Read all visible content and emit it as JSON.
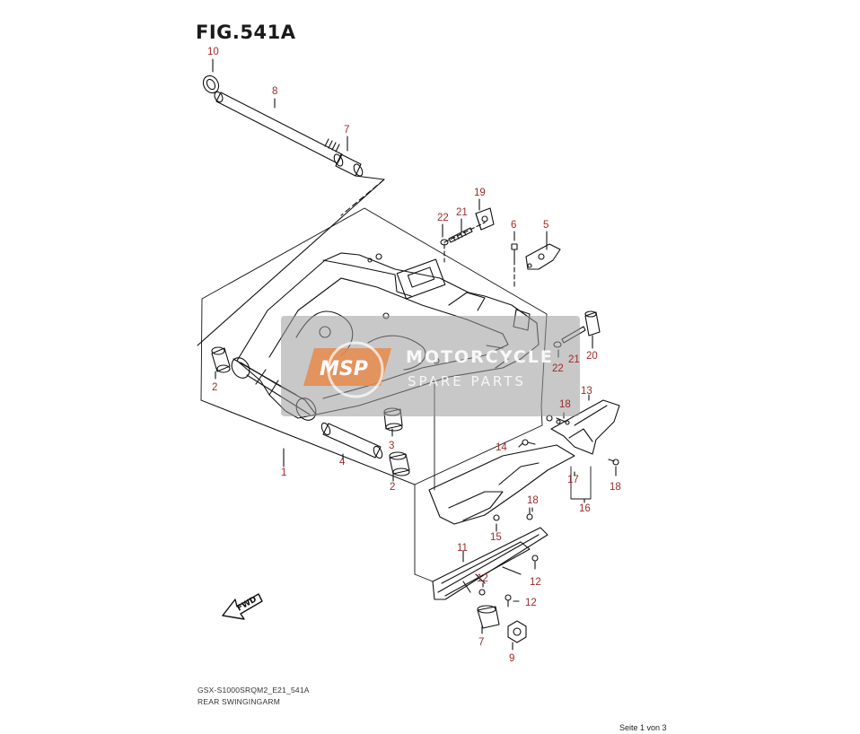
{
  "figure": {
    "title": "FIG.541A"
  },
  "footer": {
    "model_code": "GSX-S1000SRQM2_E21_541A",
    "part_name": "REAR SWINGINGARM",
    "page": "Seite 1 von 3"
  },
  "watermark": {
    "logo": "MSP",
    "line1": "MOTORCYCLE",
    "line2": "SPARE PARTS"
  },
  "direction_arrow": {
    "label": "FWD"
  },
  "callouts": [
    {
      "id": "c10",
      "number": "10"
    },
    {
      "id": "c8",
      "number": "8"
    },
    {
      "id": "c7a",
      "number": "7"
    },
    {
      "id": "c19",
      "number": "19"
    },
    {
      "id": "c22a",
      "number": "22"
    },
    {
      "id": "c21a",
      "number": "21"
    },
    {
      "id": "c6",
      "number": "6"
    },
    {
      "id": "c5",
      "number": "5"
    },
    {
      "id": "c2a",
      "number": "2"
    },
    {
      "id": "c20",
      "number": "20"
    },
    {
      "id": "c21b",
      "number": "21"
    },
    {
      "id": "c22b",
      "number": "22"
    },
    {
      "id": "c13",
      "number": "13"
    },
    {
      "id": "c18a",
      "number": "18"
    },
    {
      "id": "c14",
      "number": "14"
    },
    {
      "id": "c3",
      "number": "3"
    },
    {
      "id": "c1",
      "number": "1"
    },
    {
      "id": "c4",
      "number": "4"
    },
    {
      "id": "c2b",
      "number": "2"
    },
    {
      "id": "c17",
      "number": "17"
    },
    {
      "id": "c18b",
      "number": "18"
    },
    {
      "id": "c16",
      "number": "16"
    },
    {
      "id": "c18c",
      "number": "18"
    },
    {
      "id": "c15",
      "number": "15"
    },
    {
      "id": "c11",
      "number": "11"
    },
    {
      "id": "c12a",
      "number": "12"
    },
    {
      "id": "c12b",
      "number": "12"
    },
    {
      "id": "c12c",
      "number": "12"
    },
    {
      "id": "c7b",
      "number": "7"
    },
    {
      "id": "c9",
      "number": "9"
    }
  ]
}
